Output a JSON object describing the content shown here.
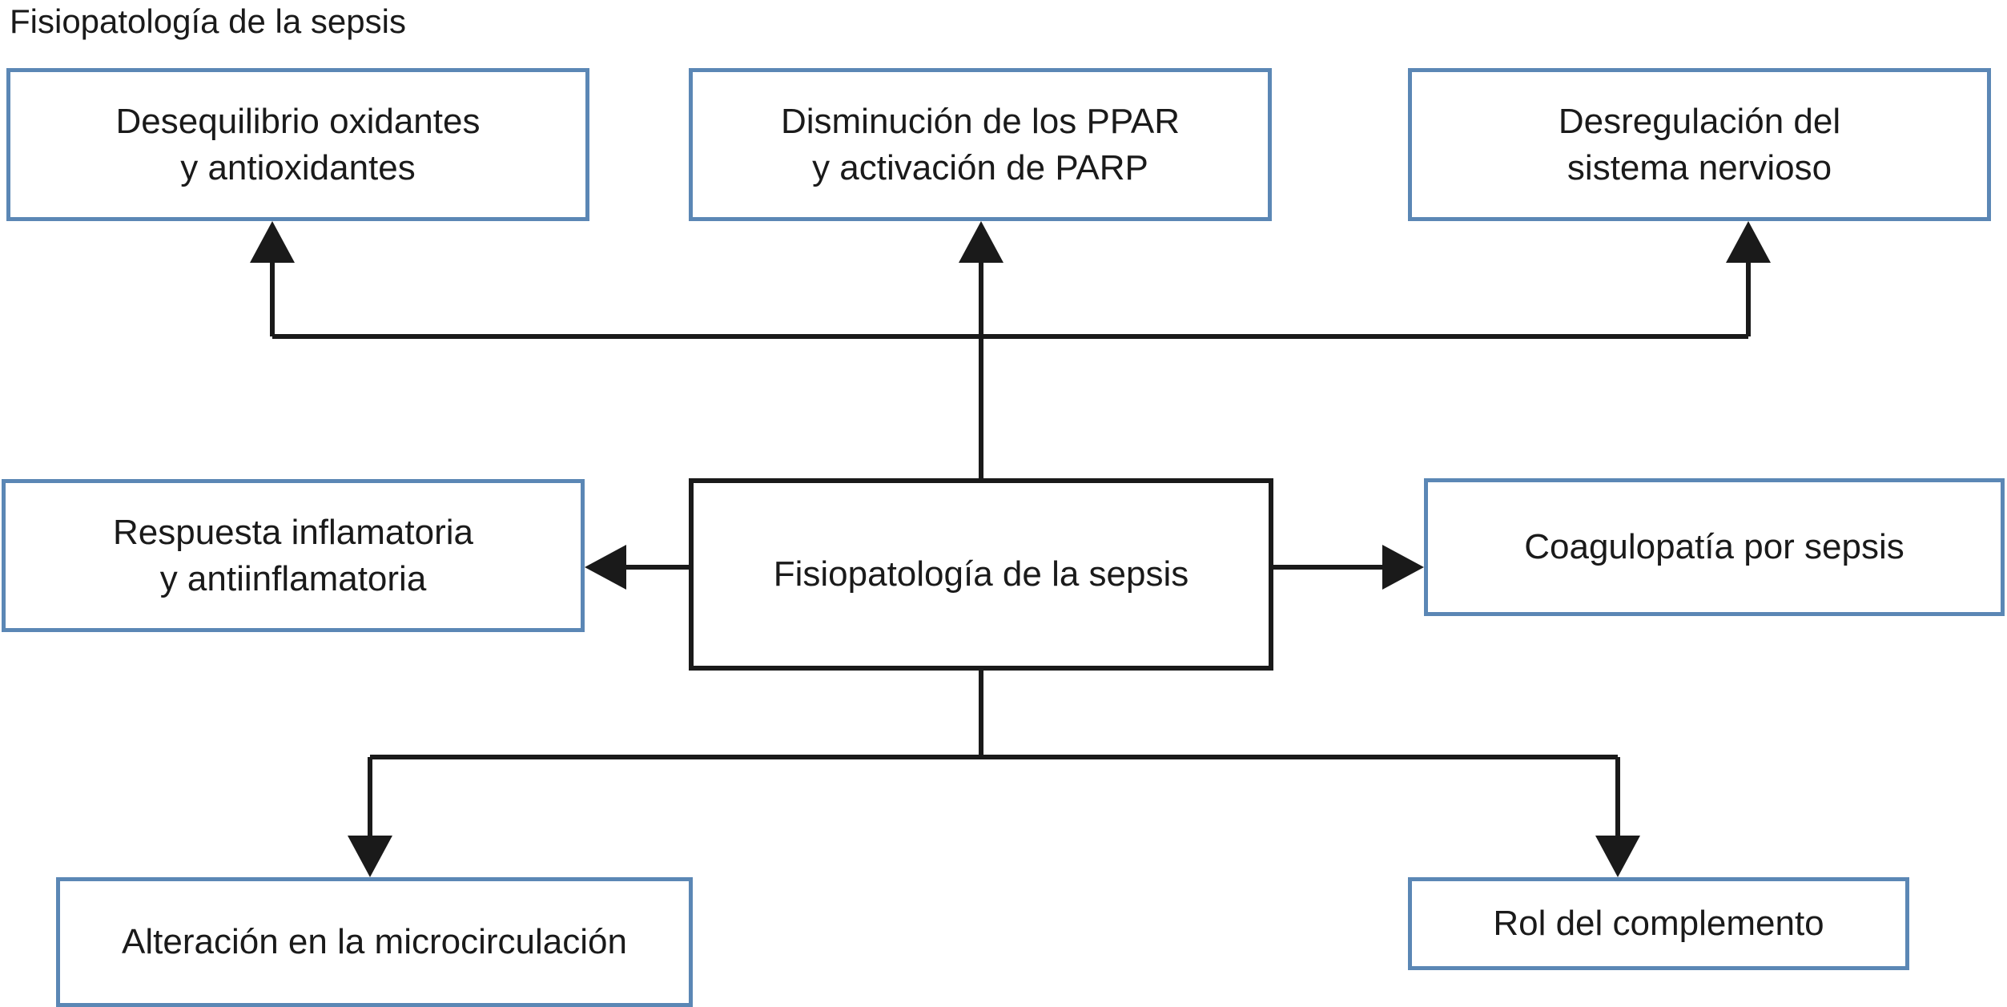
{
  "figure": {
    "title": "Fisiopatología de la sepsis"
  },
  "nodes": {
    "center": "Fisiopatología de la sepsis",
    "top_left": "Desequilibrio oxidantes\ny antioxidantes",
    "top_middle": "Disminución de los PPAR\ny activación de PARP",
    "top_right": "Desregulación del\nsistema nervioso",
    "middle_left": "Respuesta inflamatoria\ny antiinflamatoria",
    "middle_right": "Coagulopatía por sepsis",
    "bottom_left": "Alteración en la microcirculación",
    "bottom_right": "Rol del complemento"
  },
  "edges": [
    {
      "from": "center",
      "to": "top_left"
    },
    {
      "from": "center",
      "to": "top_middle"
    },
    {
      "from": "center",
      "to": "top_right"
    },
    {
      "from": "center",
      "to": "middle_left"
    },
    {
      "from": "center",
      "to": "middle_right"
    },
    {
      "from": "center",
      "to": "bottom_left"
    },
    {
      "from": "center",
      "to": "bottom_right"
    }
  ],
  "colors": {
    "node_border": "#5b87b5",
    "center_border": "#1a1a1a",
    "connector": "#1a1a1a"
  }
}
